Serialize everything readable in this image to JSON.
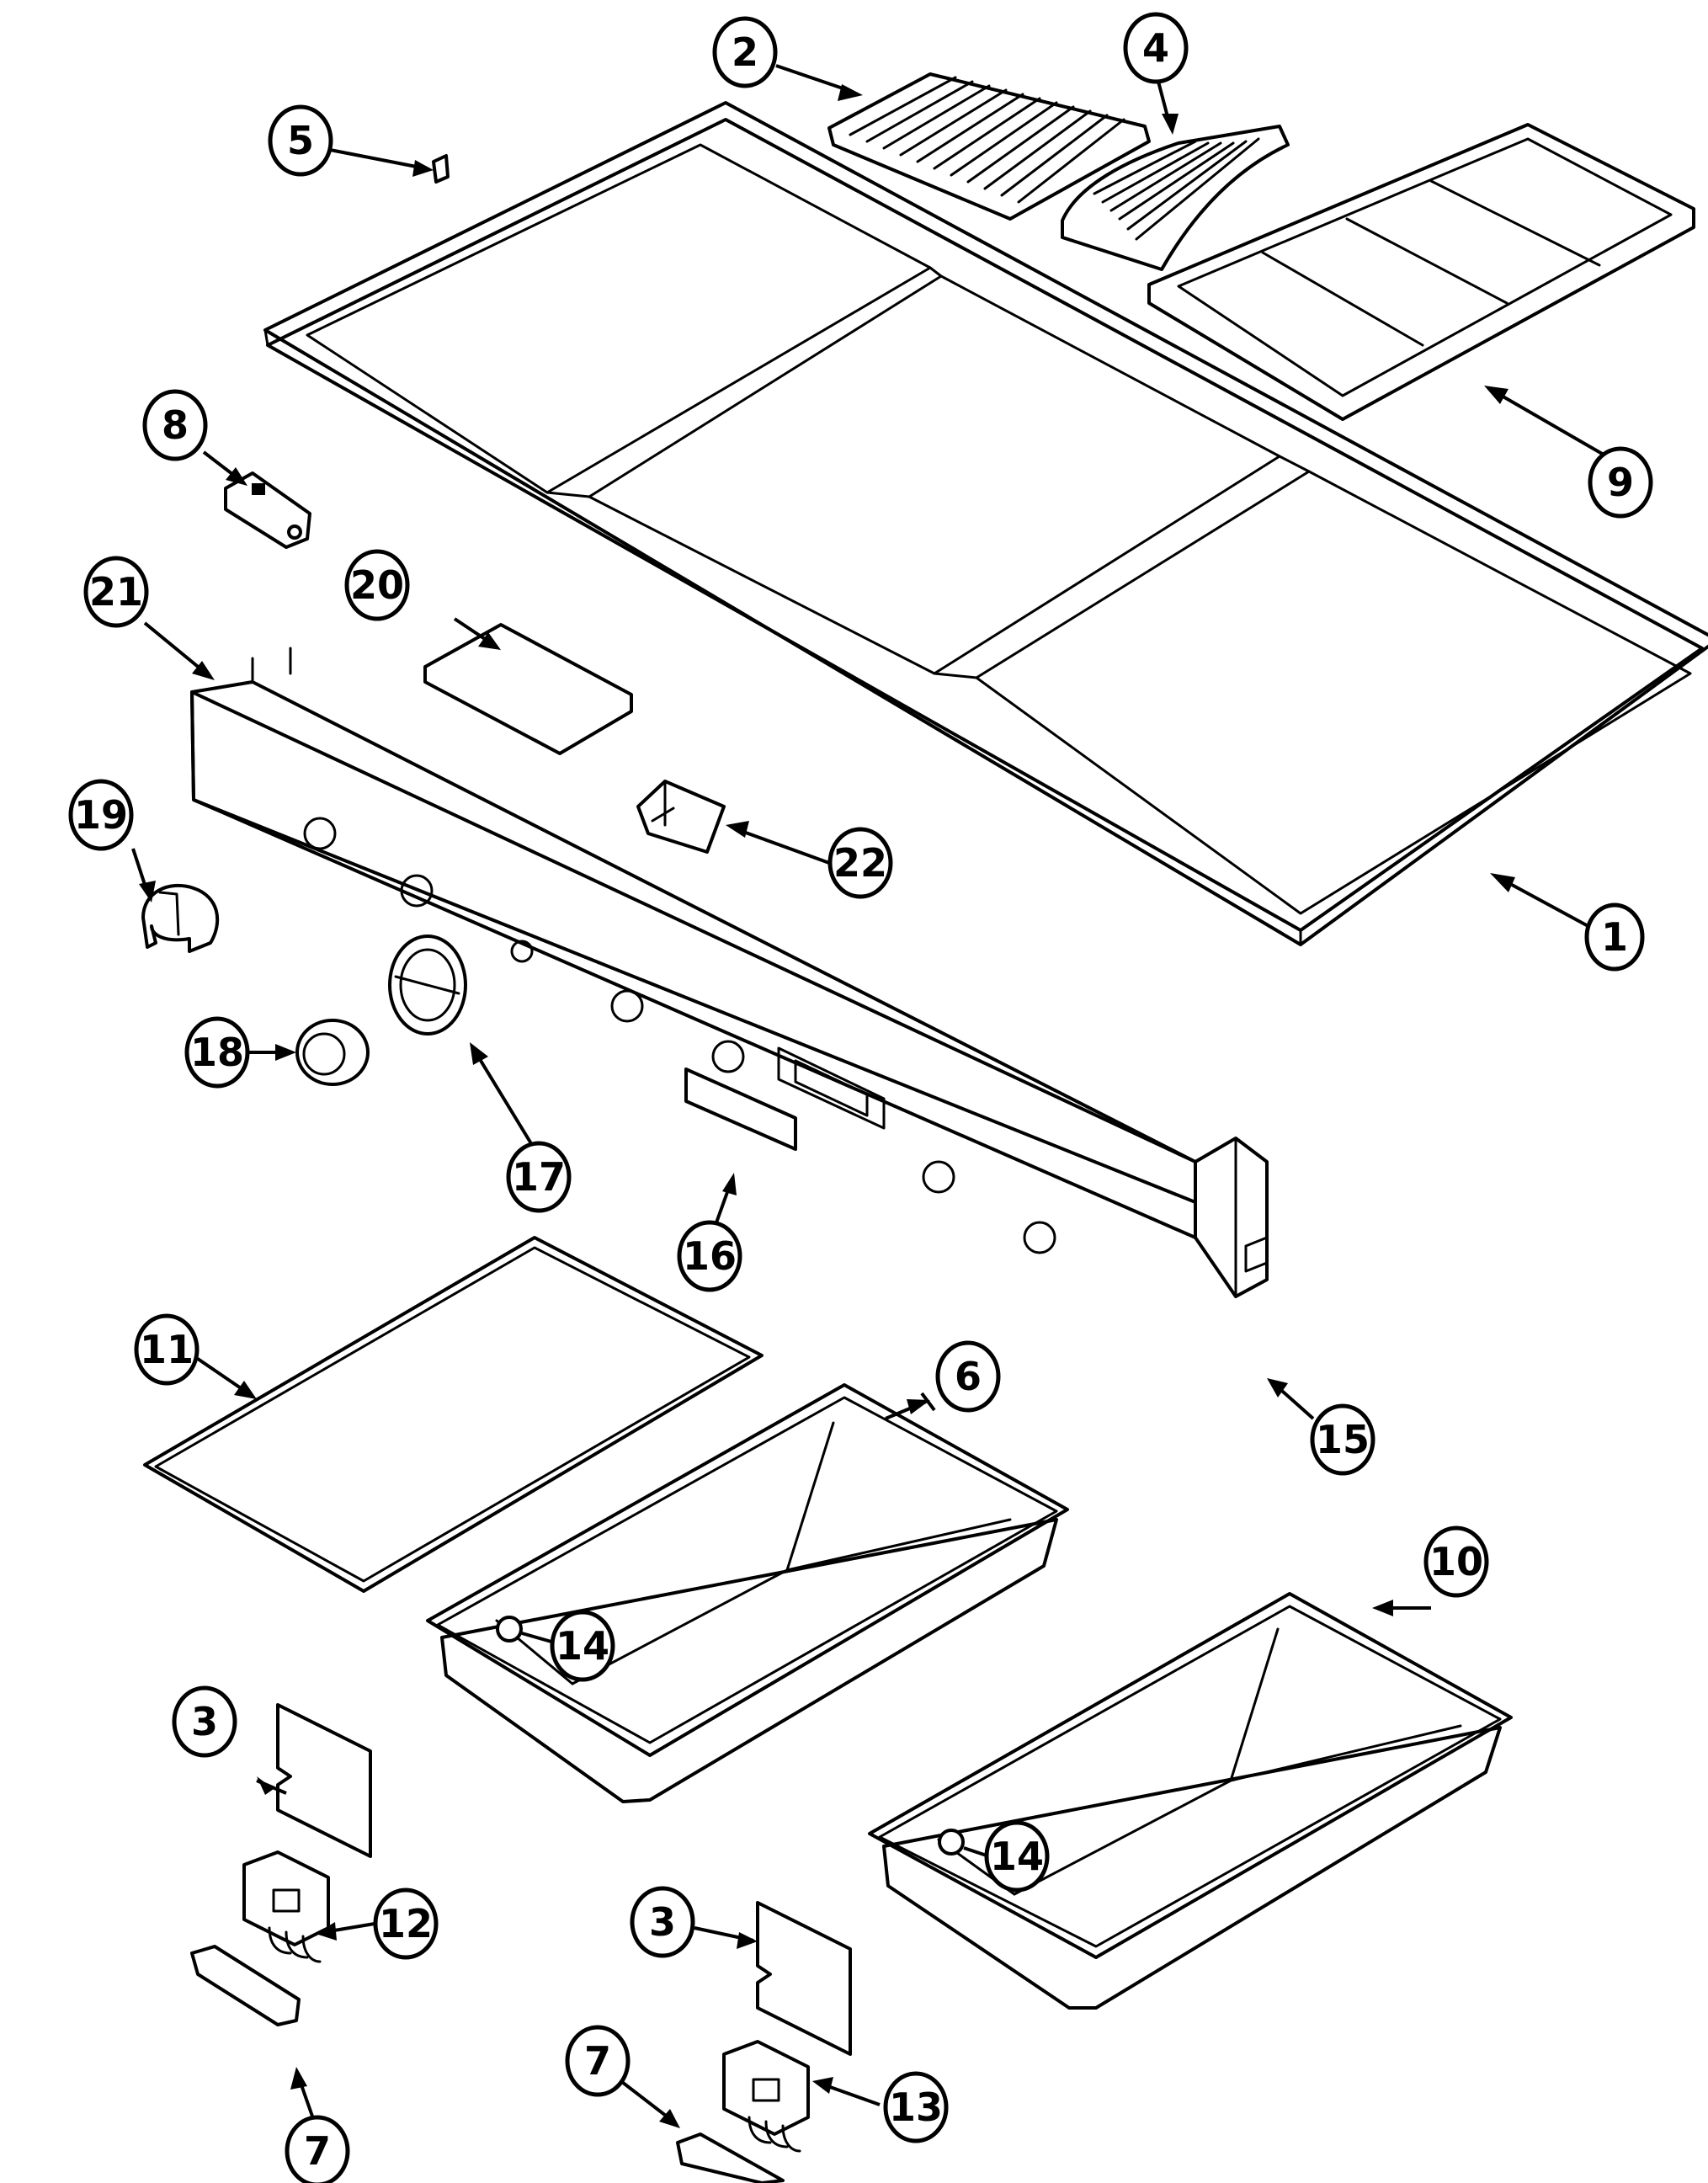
{
  "callouts": [
    {
      "id": "c1",
      "label": "1"
    },
    {
      "id": "c2",
      "label": "2"
    },
    {
      "id": "c3a",
      "label": "3"
    },
    {
      "id": "c3b",
      "label": "3"
    },
    {
      "id": "c4",
      "label": "4"
    },
    {
      "id": "c5",
      "label": "5"
    },
    {
      "id": "c6",
      "label": "6"
    },
    {
      "id": "c7a",
      "label": "7"
    },
    {
      "id": "c7b",
      "label": "7"
    },
    {
      "id": "c8",
      "label": "8"
    },
    {
      "id": "c9",
      "label": "9"
    },
    {
      "id": "c10",
      "label": "10"
    },
    {
      "id": "c11",
      "label": "11"
    },
    {
      "id": "c12",
      "label": "12"
    },
    {
      "id": "c13",
      "label": "13"
    },
    {
      "id": "c14a",
      "label": "14"
    },
    {
      "id": "c14b",
      "label": "14"
    },
    {
      "id": "c15",
      "label": "15"
    },
    {
      "id": "c16",
      "label": "16"
    },
    {
      "id": "c17",
      "label": "17"
    },
    {
      "id": "c18",
      "label": "18"
    },
    {
      "id": "c19",
      "label": "19"
    },
    {
      "id": "c20",
      "label": "20"
    },
    {
      "id": "c21",
      "label": "21"
    },
    {
      "id": "c22",
      "label": "22"
    }
  ]
}
